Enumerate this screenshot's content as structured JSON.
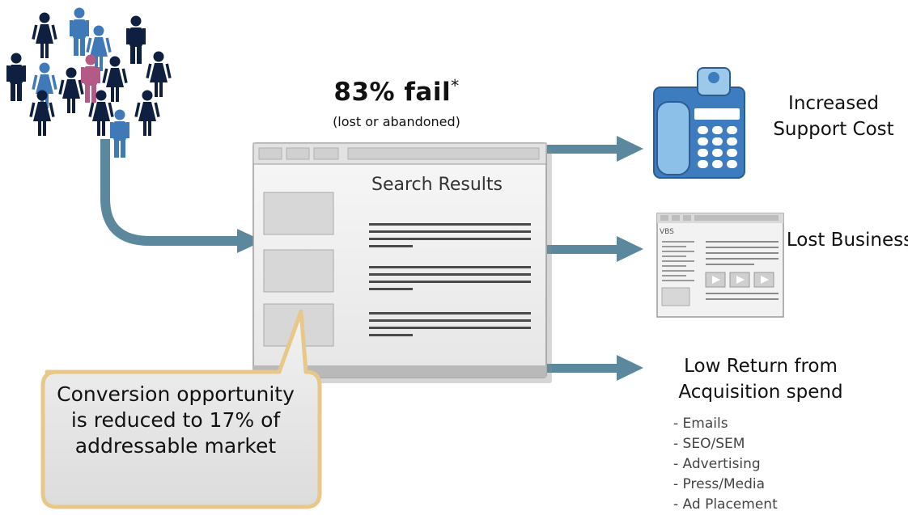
{
  "headline": {
    "main": "83% fail",
    "asterisk": "*",
    "sub": "(lost or abandoned)"
  },
  "browser": {
    "title": "Search Results"
  },
  "callout": {
    "text": "Conversion opportunity is reduced to 17% of addressable market"
  },
  "outcomes": {
    "support": "Increased Support Cost",
    "lost": "Lost Business",
    "low_return": "Low Return from Acquisition spend"
  },
  "mini_page": {
    "label": "VBS"
  },
  "spend_items": [
    "Emails",
    "SEO/SEM",
    "Advertising",
    "Press/Media",
    "Ad Placement"
  ],
  "colors": {
    "arrow": "#5b889c",
    "person_dark": "#0e1f3f",
    "person_blue": "#3f79b8",
    "person_pink": "#b35a86",
    "phone_blue": "#3d7dbf",
    "callout_bg": "#ebebeb",
    "callout_border": "#e8c88a"
  }
}
